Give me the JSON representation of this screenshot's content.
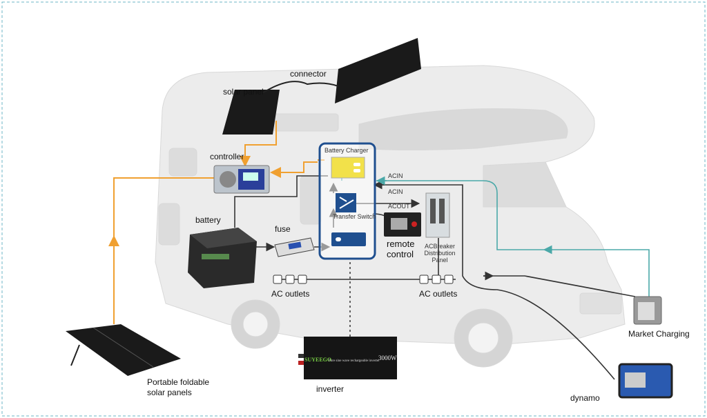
{
  "labels": {
    "solar_panel": "solar panel",
    "connector": "connector",
    "controller": "controller",
    "battery": "battery",
    "fuse": "fuse",
    "battery_charger": "Battery Charger",
    "transfer_switch": "Transfer Switch",
    "acin_1": "ACIN",
    "acin_2": "ACIN",
    "acout": "ACOUT",
    "remote_control_1": "remote",
    "remote_control_2": "control",
    "breaker_1": "ACBreaker",
    "breaker_2": "Distribution",
    "breaker_3": "Panel",
    "ac_outlets_left": "AC outlets",
    "ac_outlets_right": "AC outlets",
    "market_charging": "Market Charging",
    "dynamo": "dynamo",
    "inverter": "inverter",
    "portable_1": "Portable foldable",
    "portable_2": "solar panels"
  },
  "inverter_face": {
    "brand": "SUYEEGO",
    "text": "Pure sine wave rechargeable inverter",
    "power": "3000W"
  },
  "colors": {
    "solar_line": "#f0a030",
    "dc_line": "#333333",
    "shore_line": "#4aa8a8",
    "charger_box": "#1f4f8f",
    "charger_fill": "#f2e14a",
    "border": "#6bb4c4"
  }
}
